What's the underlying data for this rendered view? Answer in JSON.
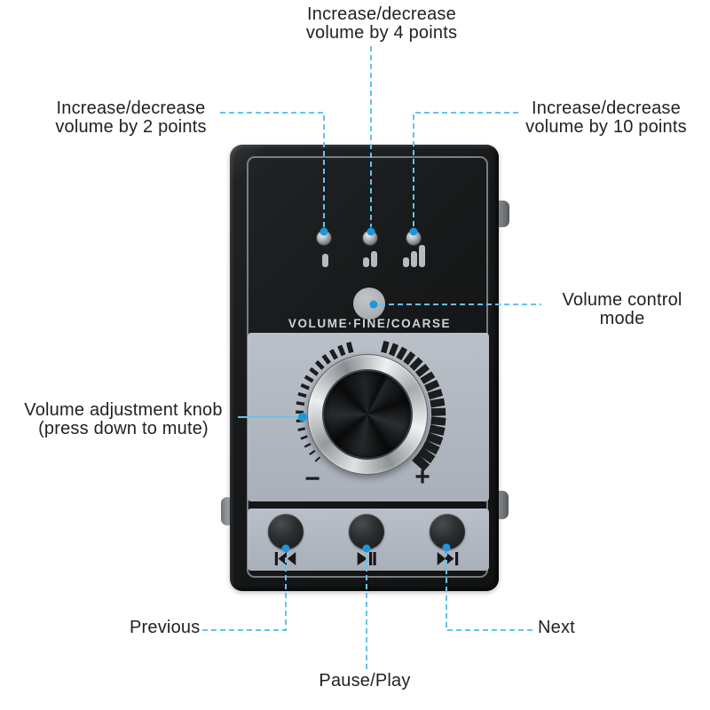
{
  "colors": {
    "callout_line": "#62c3ee",
    "callout_dot": "#1e96dd",
    "device_body": "#161819",
    "gray_panel": "#b1b7c0",
    "indicator_bar": "#b5bac0",
    "label_text": "#202224",
    "panel_caption_text": "#d2d4d6",
    "tick_color": "#1b1d1f"
  },
  "labels": {
    "vol4": {
      "line1": "Increase/decrease",
      "line2": "volume by 4 points"
    },
    "vol2": {
      "line1": "Increase/decrease",
      "line2": "volume by 2 points"
    },
    "vol10": {
      "line1": "Increase/decrease",
      "line2": "volume by 10 points"
    },
    "mode": {
      "line1": "Volume control",
      "line2": "mode"
    },
    "knob": {
      "line1": "Volume adjustment knob",
      "line2": "(press down to mute)"
    },
    "previous": "Previous",
    "next": "Next",
    "pause_play": "Pause/Play"
  },
  "device": {
    "panel_caption": "VOLUME·FINE/COARSE",
    "minus": "−",
    "plus": "+",
    "step_buttons": [
      {
        "name": "fine-step-button",
        "bars": 1
      },
      {
        "name": "medium-step-button",
        "bars": 2
      },
      {
        "name": "coarse-step-button",
        "bars": 3
      }
    ],
    "media_buttons": [
      {
        "name": "previous-button",
        "icon": "previous-icon"
      },
      {
        "name": "play-pause-button",
        "icon": "play-pause-icon"
      },
      {
        "name": "next-button",
        "icon": "next-icon"
      }
    ]
  }
}
